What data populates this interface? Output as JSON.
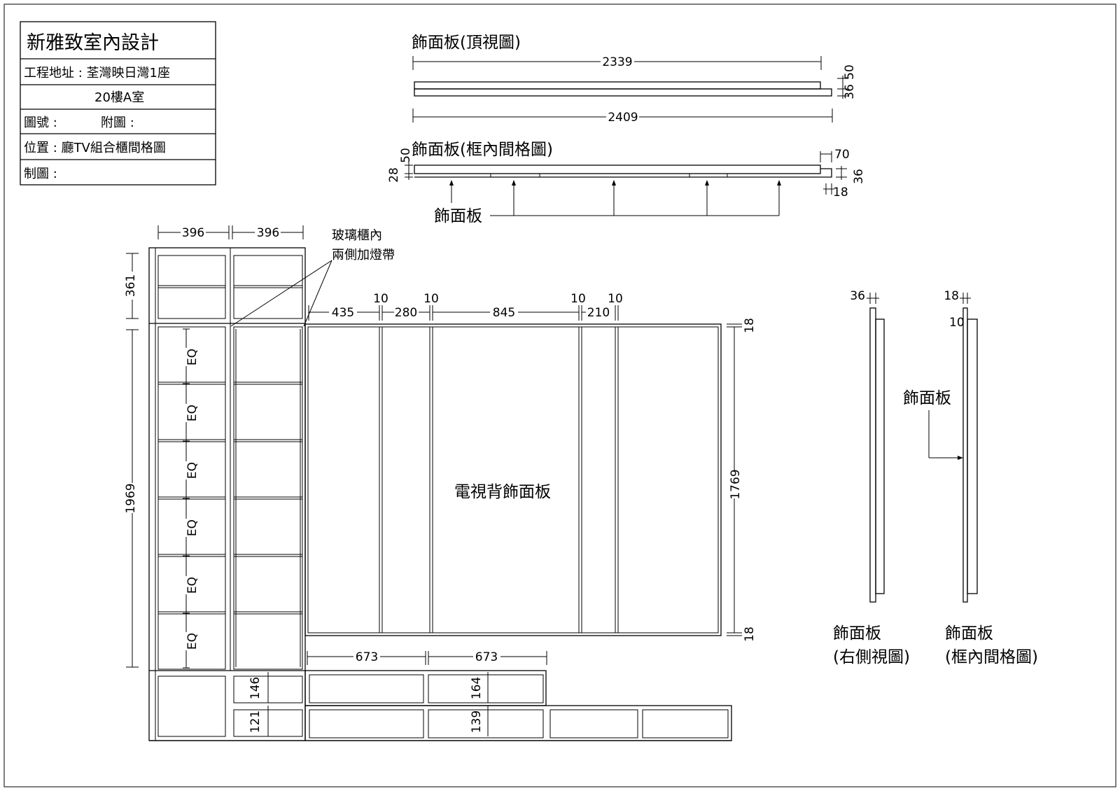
{
  "title_block": {
    "company": "新雅致室內設計",
    "address_line1": "工程地址 : 荃灣映日灣1座",
    "address_line2": "20樓A室",
    "drawing_no": "圖號 :",
    "attached": "附圖 :",
    "location": "位置 : 廳TV組合櫃間格圖",
    "drawn_by": "制圖 :"
  },
  "top_view": {
    "title": "飾面板(頂視圖)",
    "width_top": "2339",
    "width_bottom": "2409",
    "dim_a": "50",
    "dim_b": "36"
  },
  "section_view": {
    "title": "飾面板(框內間格圖)",
    "label": "飾面板",
    "dim_left_a": "50",
    "dim_left_b": "28",
    "dim_right_a": "70",
    "dim_right_b": "36",
    "dim_right_c": "18"
  },
  "front_elevation": {
    "glass_note_line1": "玻璃櫃內",
    "glass_note_line2": "兩側加燈帶",
    "col_width_1": "396",
    "col_width_2": "396",
    "top_height": "361",
    "tall_height": "1969",
    "eq": [
      "EQ",
      "EQ",
      "EQ",
      "EQ",
      "EQ",
      "EQ"
    ],
    "panel_dims": [
      "435",
      "10",
      "280",
      "10",
      "845",
      "10",
      "10",
      "210"
    ],
    "tv_label": "電視背飾面板",
    "panel_height": "1769",
    "panel_top_gap": "18",
    "panel_bottom_gap": "18",
    "base_width_1": "673",
    "base_width_2": "673",
    "drawer_h1": "146",
    "drawer_h2": "121",
    "drawer_h3": "164",
    "drawer_h4": "139"
  },
  "right_side_view": {
    "dim": "36",
    "label_line1": "飾面板",
    "label_line2": "(右側視圖)"
  },
  "frame_section_view": {
    "dim_a": "18",
    "dim_b": "10",
    "arrow_label": "飾面板",
    "label_line1": "飾面板",
    "label_line2": "(框內間格圖)"
  }
}
